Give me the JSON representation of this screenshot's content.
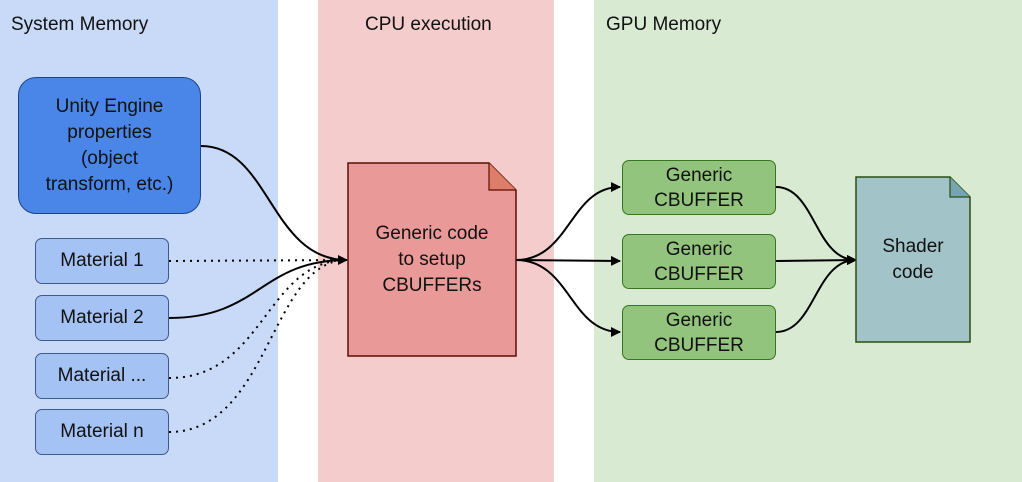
{
  "panels": {
    "system_memory": {
      "title": "System Memory",
      "color": "#c9daf8"
    },
    "cpu_execution": {
      "title": "CPU execution",
      "color": "#f4cccc"
    },
    "gpu_memory": {
      "title": "GPU Memory",
      "color": "#d9ead3"
    }
  },
  "nodes": {
    "unity_props": "Unity Engine\nproperties\n(object\ntransform, etc.)",
    "materials": [
      "Material 1",
      "Material 2",
      "Material ...",
      "Material n"
    ],
    "generic_code": "Generic code\nto setup\nCBUFFERs",
    "cbuffers": [
      "Generic\nCBUFFER",
      "Generic\nCBUFFER",
      "Generic\nCBUFFER"
    ],
    "shader_code": "Shader\ncode"
  },
  "colors": {
    "unity_fill": "#4a86e8",
    "material_fill": "#a4c2f4",
    "generic_code_fill": "#ea9999",
    "cbuffer_fill": "#93c47d",
    "shader_fill": "#a2c4c9"
  }
}
